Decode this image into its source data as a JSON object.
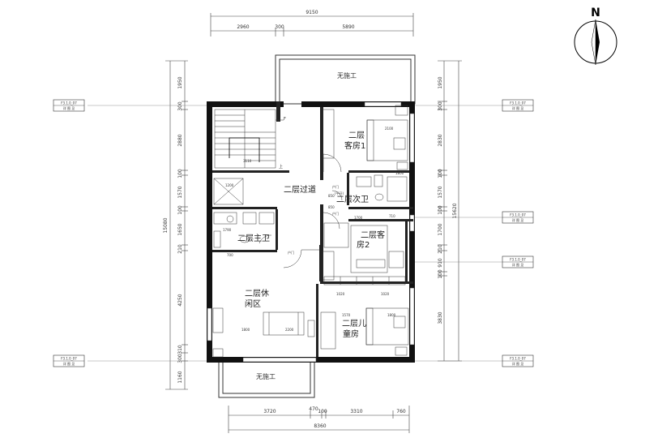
{
  "compass": {
    "north": "N"
  },
  "top_dims": {
    "total": "9150",
    "a": "2960",
    "b": "300",
    "c": "5890"
  },
  "bottom_dims": {
    "a": "3720",
    "b": "470",
    "c": "100",
    "d": "3310",
    "e": "760",
    "total": "8360"
  },
  "left_dims": {
    "total": "15080",
    "segments": [
      "1950",
      "300",
      "2880",
      "100",
      "1570",
      "100",
      "1650",
      "210",
      "4250",
      "310",
      "300",
      "1160"
    ]
  },
  "right_dims": {
    "total": "15620",
    "segments": [
      "1950",
      "300",
      "2830",
      "100",
      "1570",
      "100",
      "1700",
      "210",
      "910",
      "100",
      "3830"
    ]
  },
  "rooms": {
    "top_terrace": "无施工",
    "bottom_terrace": "无施工",
    "guest1_line1": "二层",
    "guest1_line2": "客房1",
    "corridor": "二层过道",
    "bath_right": "二层次卫",
    "bath_left": "二层主卫",
    "guest2_line1": "二层客",
    "guest2_line2": "房2",
    "leisure_line1": "二层休",
    "leisure_line2": "闲区",
    "child_line1": "二层儿",
    "child_line2": "童房"
  },
  "fixture_notes": {
    "stair_f": "F",
    "stair_up": "上",
    "door_label": "户门",
    "door_note": "(平开)",
    "bed1": "2100",
    "bed2": "1800",
    "bed3": "1800",
    "w1700": "1700",
    "w1020a": "1020",
    "w1020b": "1020",
    "w1570": "1570",
    "w2200": "2200",
    "w1800": "1800",
    "w850a": "850",
    "w850b": "850",
    "w1790": "1790",
    "w700": "700",
    "w3110": "3110",
    "w1200": "1200",
    "w710": "710"
  },
  "tags": {
    "t1": "F3.1.0_07",
    "t2": "F3.1.0_07",
    "t3": "F3.1.0_07",
    "t4": "F3.1.0_07",
    "t5": "F3.1.0_07",
    "t6": "F3.1.0_07",
    "sub": "详 图 见"
  }
}
